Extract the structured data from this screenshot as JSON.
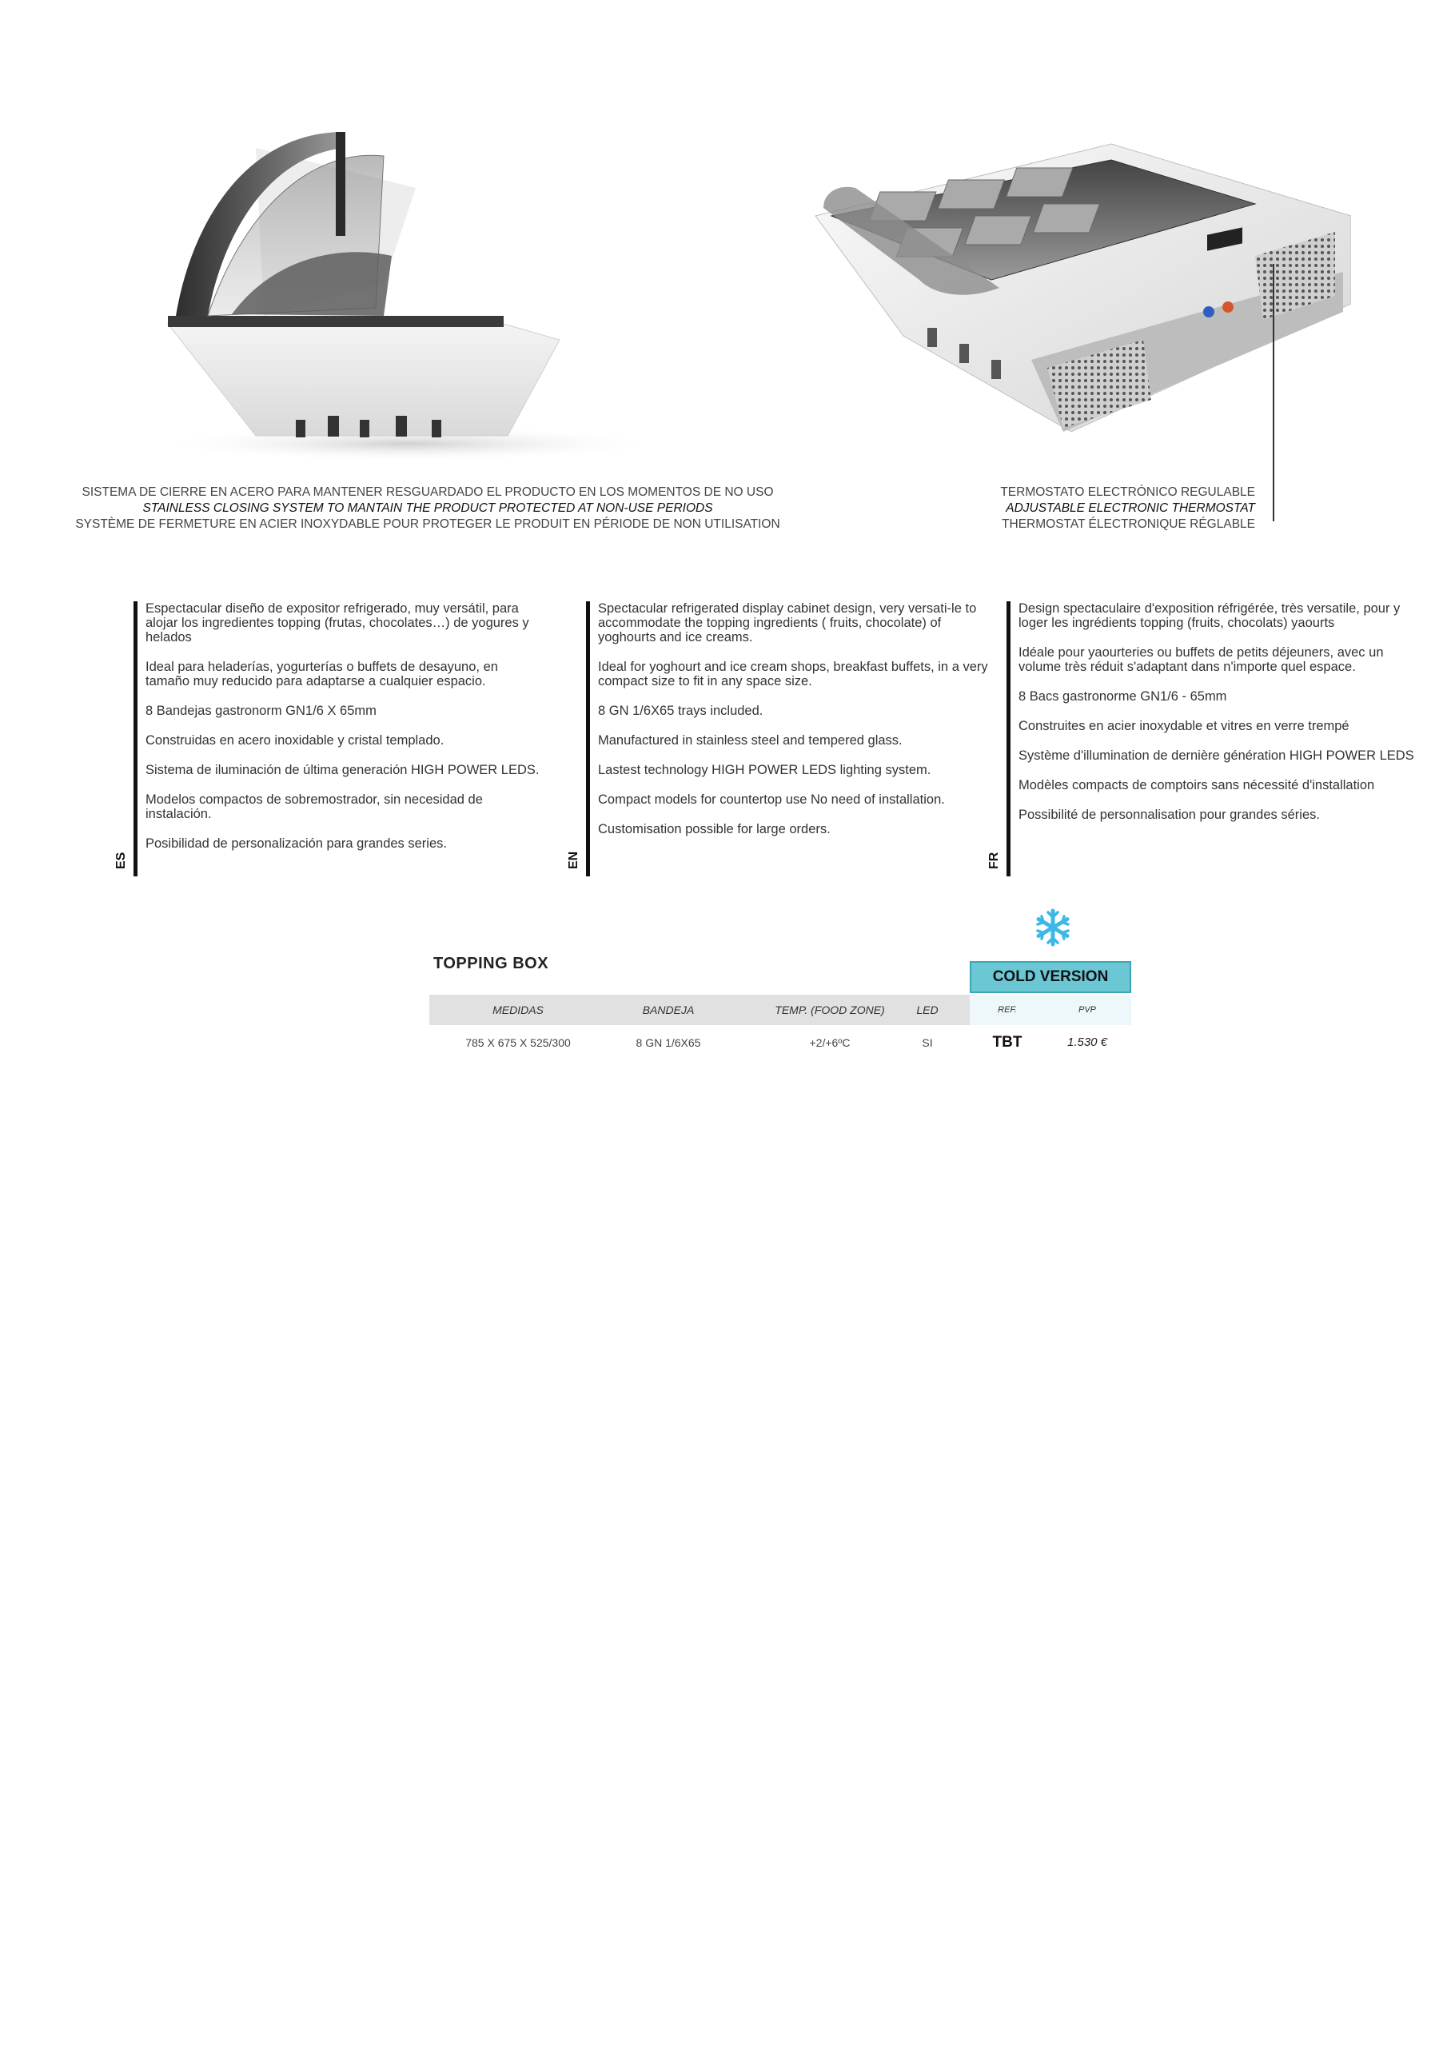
{
  "captions": {
    "closing_system": {
      "es": "SISTEMA DE CIERRE EN ACERO PARA MANTENER RESGUARDADO EL PRODUCTO EN LOS MOMENTOS DE NO USO",
      "en": "STAINLESS CLOSING SYSTEM TO MANTAIN THE PRODUCT PROTECTED AT NON-USE PERIODS",
      "fr": "SYSTÈME DE FERMETURE EN ACIER INOXYDABLE POUR PROTEGER LE PRODUIT  EN PÉRIODE DE NON UTILISATION"
    },
    "thermostat": {
      "es": "TERMOSTATO ELECTRÓNICO REGULABLE",
      "en": "ADJUSTABLE ELECTRONIC THERMOSTAT",
      "fr": "THERMOSTAT ÉLECTRONIQUE RÉGLABLE"
    }
  },
  "languages": {
    "es": {
      "code": "ES",
      "paragraphs": [
        "Espectacular diseño de expositor refrigerado, muy versátil, para alojar los ingredientes topping (frutas, chocolates…) de yogures y helados",
        "Ideal para heladerías, yogurterías o buffets de desayuno, en tamaño muy reducido para adaptarse a cualquier espacio.",
        "8 Bandejas gastronorm GN1/6 X 65mm",
        "Construidas en acero inoxidable y cristal templado.",
        "Sistema de iluminación de última generación HIGH POWER LEDS.",
        "Modelos compactos de sobremostrador, sin necesidad de instalación.",
        "Posibilidad de personalización para grandes series."
      ]
    },
    "en": {
      "code": "EN",
      "paragraphs": [
        "Spectacular refrigerated display cabinet design, very versati-le to accommodate the topping ingredients ( fruits, chocolate) of  yoghourts and ice creams.",
        "Ideal for yoghourt and ice cream shops, breakfast buffets, in a very compact size to fit in any space size.",
        "8 GN 1/6X65 trays included.",
        "Manufactured in stainless steel and tempered glass.",
        "Lastest technology  HIGH POWER LEDS lighting system.",
        "Compact models for countertop use No need of installation.",
        "Customisation possible for large orders."
      ]
    },
    "fr": {
      "code": "FR",
      "paragraphs": [
        "Design spectaculaire d'exposition réfrigérée, très versatile, pour y loger les ingrédients topping (fruits, chocolats)  yaourts",
        "Idéale pour  yaourteries ou buffets de petits déjeuners, avec un volume  très réduit s'adaptant dans n'importe quel espace.",
        "8 Bacs  gastronorme GN1/6 - 65mm",
        "Construites en acier inoxydable et vitres en verre trempé",
        "Système d'illumination de dernière génération  HIGH POWER LEDS",
        "Modèles compacts  de comptoirs sans nécessité d'installation",
        "Possibilité de personnalisation pour grandes séries."
      ]
    }
  },
  "table": {
    "title": "TOPPING BOX",
    "cold_version_label": "COLD VERSION",
    "headers": [
      "MEDIDAS",
      "BANDEJA",
      "TEMP. (FOOD ZONE)",
      "LED",
      "REF.",
      "PVP"
    ],
    "row": [
      "785 X 675 X 525/300",
      "8 GN 1/6X65",
      "+2/+6ºC",
      "SI",
      "TBT",
      "1.530 €"
    ]
  },
  "icons": {
    "snowflake": "snowflake-icon",
    "snowflake_color": "#3cb8e8",
    "cold_version_color": "#6bc7d4"
  }
}
